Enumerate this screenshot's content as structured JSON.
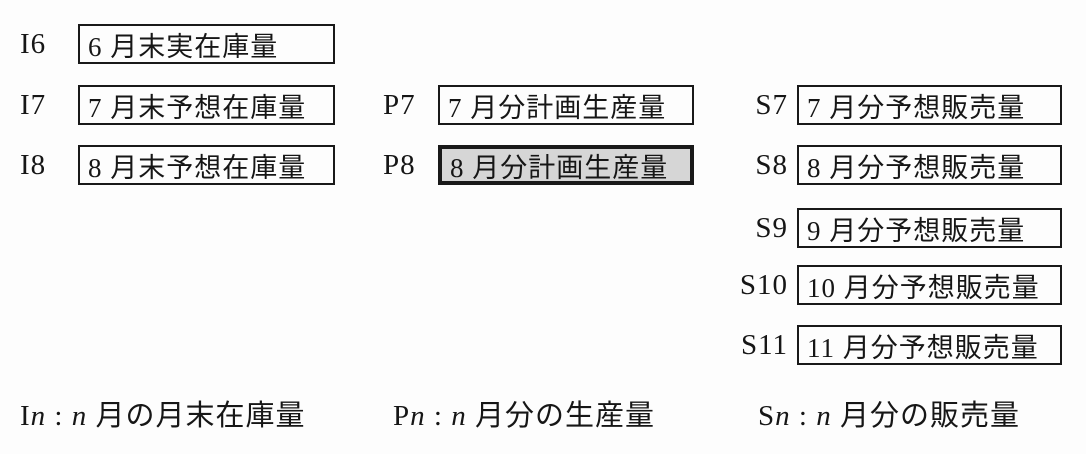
{
  "figure": {
    "description": "Inventory / production / sales variable definition diagram",
    "background_color": "#fdfdfd",
    "box_border_color": "#191919",
    "highlight_fill_color": "#d6d6d6",
    "highlighted_node": "P8"
  },
  "nodes": {
    "i6": {
      "label": "I6",
      "text": "6 月末実在庫量"
    },
    "i7": {
      "label": "I7",
      "text": "7 月末予想在庫量"
    },
    "i8": {
      "label": "I8",
      "text": "8 月末予想在庫量"
    },
    "p7": {
      "label": "P7",
      "text": "7 月分計画生産量"
    },
    "p8": {
      "label": "P8",
      "text": "8 月分計画生産量"
    },
    "s7": {
      "label": "S7",
      "text": "7 月分予想販売量"
    },
    "s8": {
      "label": "S8",
      "text": "8 月分予想販売量"
    },
    "s9": {
      "label": "S9",
      "text": "9 月分予想販売量"
    },
    "s10": {
      "label": "S10",
      "text": "10 月分予想販売量"
    },
    "s11": {
      "label": "S11",
      "text": "11 月分予想販売量"
    }
  },
  "legend": {
    "inventory": {
      "letter": "I",
      "var": "n",
      "sep": " : ",
      "desc": " 月の月末在庫量"
    },
    "production": {
      "letter": "P",
      "var": "n",
      "sep": " : ",
      "desc": " 月分の生産量"
    },
    "sales": {
      "letter": "S",
      "var": "n",
      "sep": " : ",
      "desc": " 月分の販売量"
    }
  }
}
